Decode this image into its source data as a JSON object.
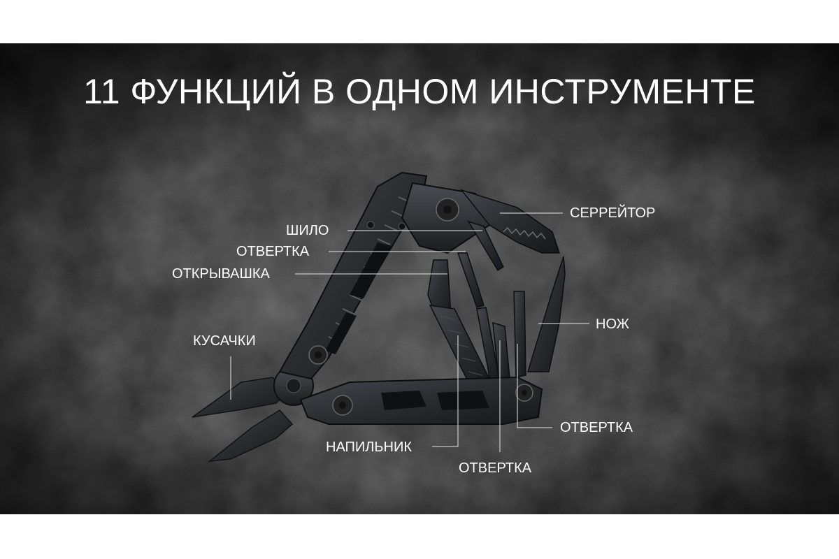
{
  "headline": "11 ФУНКЦИЙ В ОДНОМ ИНСТРУМЕНТЕ",
  "labels": {
    "serrator": "СЕРРЕЙТОР",
    "awl": "ШИЛО",
    "screwdriver_top": "ОТВЕРТКА",
    "bottle_opener": "ОТКРЫВАШКА",
    "pliers": "КУСАЧКИ",
    "knife": "НОЖ",
    "screwdriver_right": "ОТВЕРТКА",
    "file": "НАПИЛЬНИК",
    "screwdriver_bottom": "ОТВЕРТКА"
  },
  "colors": {
    "background": "#1c1c1c",
    "text": "#ffffff",
    "tool": "#2a2c30"
  },
  "icons": {
    "product": "multitool-image"
  }
}
